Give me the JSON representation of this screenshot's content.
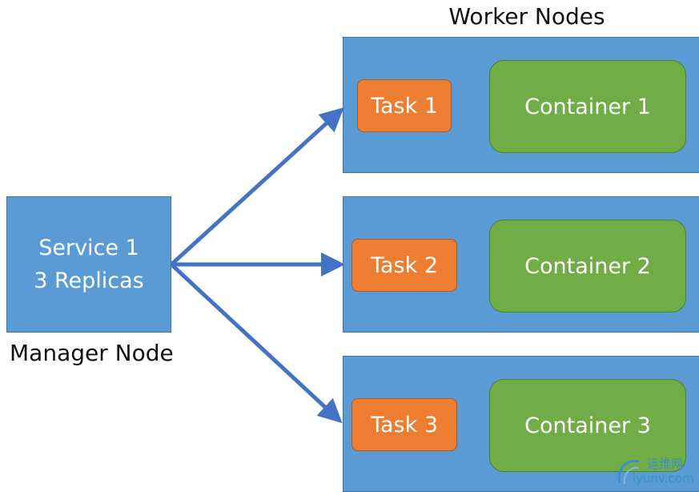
{
  "worker_nodes_label": "Worker Nodes",
  "manager": {
    "label": "Manager Node",
    "service_line1": "Service 1",
    "service_line2": "3 Replicas"
  },
  "workers": [
    {
      "task": "Task 1",
      "container": "Container 1"
    },
    {
      "task": "Task 2",
      "container": "Container 2"
    },
    {
      "task": "Task 3",
      "container": "Container 3"
    }
  ],
  "watermark": {
    "chinese": "运维网",
    "domain": "iyunv.com"
  },
  "colors": {
    "node_blue": "#5b9bd5",
    "task_orange": "#ed7d31",
    "container_green": "#70ad47",
    "arrow_blue": "#4472c4"
  }
}
